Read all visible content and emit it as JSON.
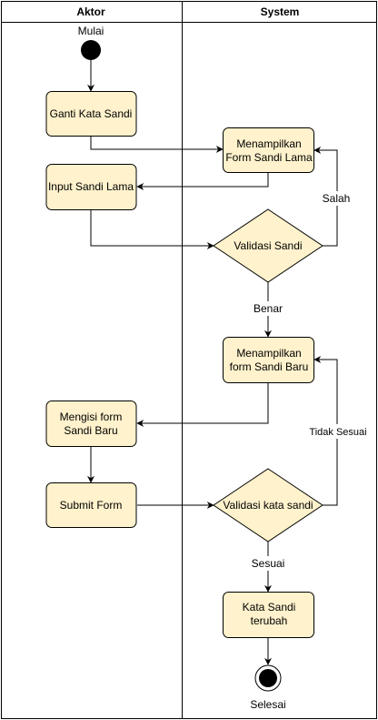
{
  "lanes": {
    "actor": "Aktor",
    "system": "System"
  },
  "nodes": {
    "start_label": "Mulai",
    "end_label": "Selesai",
    "ganti": "Ganti Kata Sandi",
    "tampil_lama": [
      "Menampilkan",
      "Form Sandi Lama"
    ],
    "input_lama": "Input Sandi Lama",
    "validasi_sandi": "Validasi Sandi",
    "tampil_baru": [
      "Menampilkan",
      "form Sandi Baru"
    ],
    "mengisi": [
      "Mengisi form",
      "Sandi Baru"
    ],
    "submit": "Submit Form",
    "validasi_kata": "Validasi kata sandi",
    "terubah": [
      "Kata Sandi",
      "terubah"
    ]
  },
  "edges": {
    "salah": "Salah",
    "benar": "Benar",
    "tidak_sesuai": "Tidak Sesuai",
    "sesuai": "Sesuai"
  },
  "colors": {
    "node_fill": "#fff2cc",
    "stroke": "#000000"
  }
}
